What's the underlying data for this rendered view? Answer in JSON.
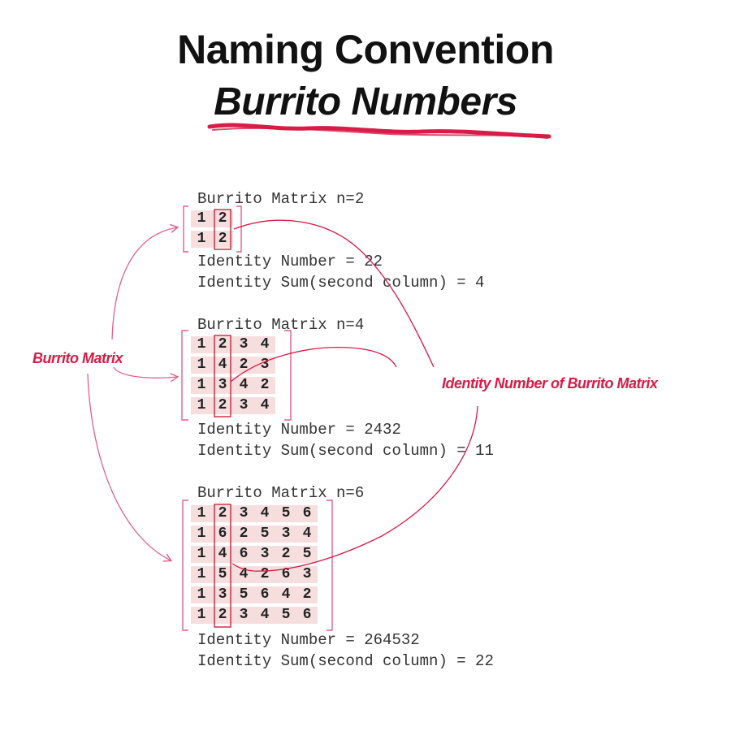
{
  "title": {
    "line1": "Naming Convention",
    "line2": "Burrito Numbers"
  },
  "colors": {
    "accent": "#d81b47",
    "arrow": "#e0608a",
    "cell_highlight": "#f6dede",
    "text": "#333333"
  },
  "annotations": {
    "left_label": "Burrito Matrix",
    "right_label": "Identity Number of Burrito Matrix"
  },
  "blocks": [
    {
      "header": "Burrito Matrix n=2",
      "rows": [
        [
          "1",
          "2"
        ],
        [
          "1",
          "2"
        ]
      ],
      "identity_number_line": "Identity Number = 22",
      "identity_sum_line": "Identity Sum(second column) = 4"
    },
    {
      "header": "Burrito Matrix n=4",
      "rows": [
        [
          "1",
          "2",
          "3",
          "4"
        ],
        [
          "1",
          "4",
          "2",
          "3"
        ],
        [
          "1",
          "3",
          "4",
          "2"
        ],
        [
          "1",
          "2",
          "3",
          "4"
        ]
      ],
      "identity_number_line": "Identity Number = 2432",
      "identity_sum_line": "Identity Sum(second column) = 11"
    },
    {
      "header": "Burrito Matrix n=6",
      "rows": [
        [
          "1",
          "2",
          "3",
          "4",
          "5",
          "6"
        ],
        [
          "1",
          "6",
          "2",
          "5",
          "3",
          "4"
        ],
        [
          "1",
          "4",
          "6",
          "3",
          "2",
          "5"
        ],
        [
          "1",
          "5",
          "4",
          "2",
          "6",
          "3"
        ],
        [
          "1",
          "3",
          "5",
          "6",
          "4",
          "2"
        ],
        [
          "1",
          "2",
          "3",
          "4",
          "5",
          "6"
        ]
      ],
      "identity_number_line": "Identity Number = 264532",
      "identity_sum_line": "Identity Sum(second column) = 22"
    }
  ]
}
